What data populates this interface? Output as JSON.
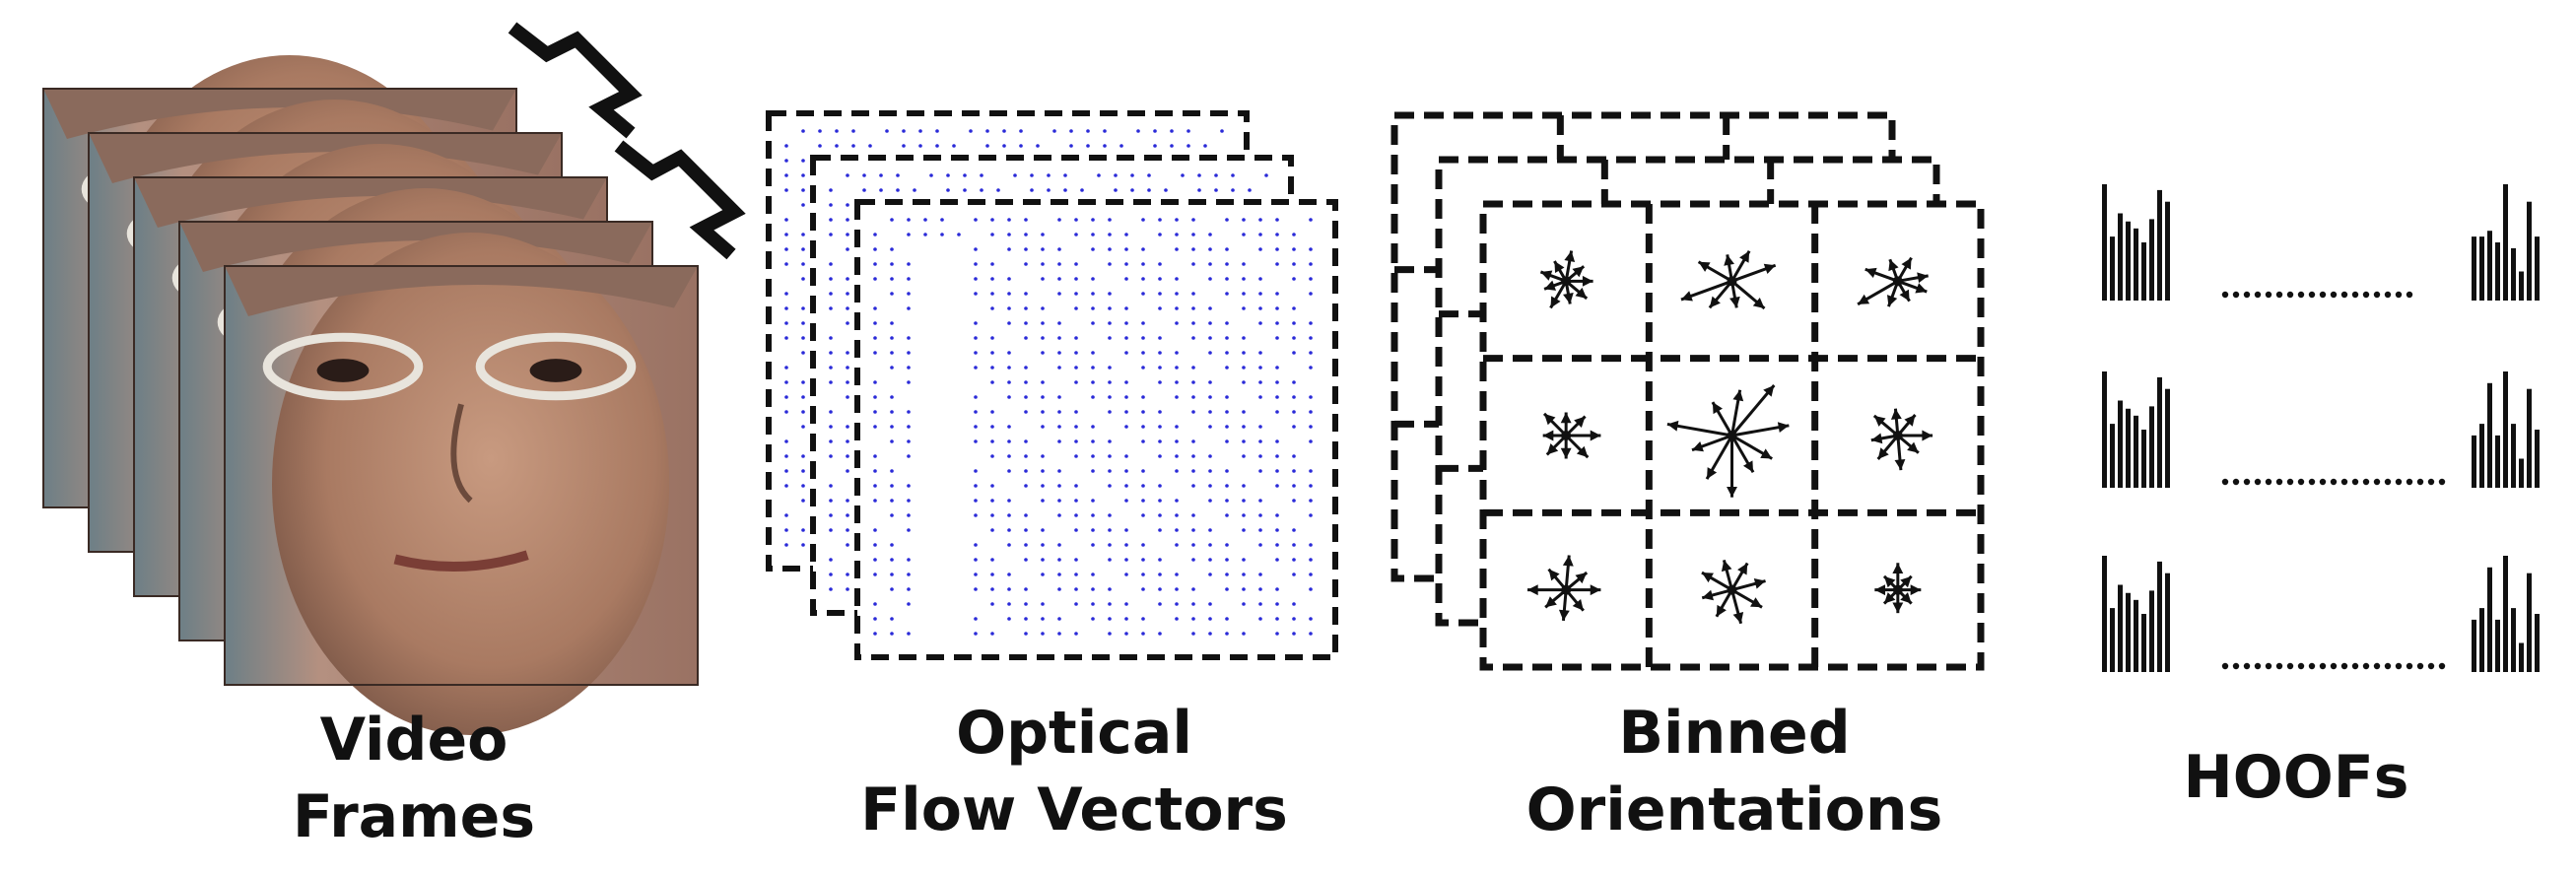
{
  "colors": {
    "ink": "#111111",
    "flow": "#2a2ad8",
    "skin": "#b58b73",
    "skin_dark": "#6b4a3c",
    "frame_edge": "#3a2a24"
  },
  "labels": {
    "video_frames": [
      "Video",
      "Frames"
    ],
    "optical_flow": [
      "Optical",
      "Flow Vectors"
    ],
    "binned": [
      "Binned",
      "Orientations"
    ],
    "hoofs": "HOOFs"
  },
  "video_frames": {
    "count": 5
  },
  "flow_layers": {
    "count": 3
  },
  "binned_grid": {
    "layers": 3,
    "rows": 3,
    "cols": 3,
    "cells": [
      {
        "row": 0,
        "col": 0,
        "angles": [
          0,
          40,
          80,
          120,
          160,
          200,
          240,
          280,
          320
        ],
        "lengths": [
          0.35,
          0.3,
          0.4,
          0.3,
          0.35,
          0.3,
          0.4,
          0.3,
          0.35
        ]
      },
      {
        "row": 0,
        "col": 1,
        "angles": [
          20,
          60,
          100,
          150,
          200,
          230,
          280,
          320
        ],
        "lengths": [
          0.6,
          0.45,
          0.35,
          0.5,
          0.7,
          0.45,
          0.35,
          0.55
        ]
      },
      {
        "row": 0,
        "col": 2,
        "angles": [
          10,
          60,
          110,
          160,
          210,
          250,
          300,
          340
        ],
        "lengths": [
          0.4,
          0.35,
          0.3,
          0.45,
          0.6,
          0.35,
          0.3,
          0.4
        ]
      },
      {
        "row": 1,
        "col": 0,
        "angles": [
          0,
          45,
          90,
          135,
          180,
          225,
          270,
          315
        ],
        "lengths": [
          0.45,
          0.35,
          0.3,
          0.4,
          0.3,
          0.35,
          0.3,
          0.4
        ]
      },
      {
        "row": 1,
        "col": 1,
        "angles": [
          10,
          50,
          80,
          120,
          170,
          200,
          240,
          270,
          300,
          330
        ],
        "lengths": [
          0.75,
          0.85,
          0.6,
          0.5,
          0.85,
          0.55,
          0.65,
          0.8,
          0.55,
          0.6
        ]
      },
      {
        "row": 1,
        "col": 2,
        "angles": [
          0,
          50,
          95,
          140,
          190,
          230,
          275,
          320
        ],
        "lengths": [
          0.45,
          0.35,
          0.35,
          0.4,
          0.35,
          0.4,
          0.45,
          0.35
        ]
      },
      {
        "row": 2,
        "col": 0,
        "angles": [
          0,
          40,
          85,
          130,
          180,
          220,
          265,
          310
        ],
        "lengths": [
          0.45,
          0.35,
          0.45,
          0.35,
          0.5,
          0.35,
          0.4,
          0.35
        ]
      },
      {
        "row": 2,
        "col": 1,
        "angles": [
          15,
          60,
          105,
          150,
          195,
          240,
          285,
          330
        ],
        "lengths": [
          0.45,
          0.4,
          0.4,
          0.45,
          0.4,
          0.4,
          0.45,
          0.45
        ]
      },
      {
        "row": 2,
        "col": 2,
        "angles": [
          0,
          45,
          90,
          135,
          180,
          225,
          270,
          315
        ],
        "lengths": [
          0.3,
          0.25,
          0.35,
          0.25,
          0.3,
          0.25,
          0.3,
          0.25
        ]
      }
    ]
  },
  "hoofs": {
    "rows": 3,
    "left_hist": [
      1.0,
      0.55,
      0.75,
      0.68,
      0.62,
      0.5,
      0.7,
      0.95,
      0.85
    ],
    "right_hist": [
      [
        0.55,
        0.55,
        0.6,
        0.5,
        1.0,
        0.45,
        0.25,
        0.85,
        0.55
      ],
      [
        0.45,
        0.55,
        0.9,
        0.45,
        1.0,
        0.55,
        0.25,
        0.85,
        0.5
      ],
      [
        0.45,
        0.55,
        0.9,
        0.45,
        1.0,
        0.55,
        0.25,
        0.85,
        0.5
      ]
    ]
  }
}
